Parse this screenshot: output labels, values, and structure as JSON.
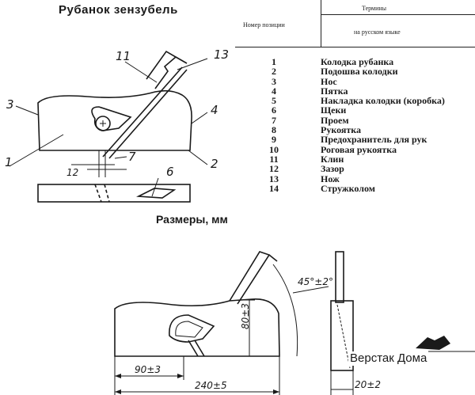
{
  "title": "Рубанок зензубель",
  "table": {
    "col_position": "Номер позиции",
    "col_terms": "Термины",
    "col_terms_sub": "на русском языке"
  },
  "legend": [
    {
      "num": "1",
      "term": "Колодка рубанка"
    },
    {
      "num": "2",
      "term": "Подошва колодки"
    },
    {
      "num": "3",
      "term": "Нос"
    },
    {
      "num": "4",
      "term": "Пятка"
    },
    {
      "num": "5",
      "term": "Накладка колодки (коробка)"
    },
    {
      "num": "6",
      "term": "Щеки"
    },
    {
      "num": "7",
      "term": "Проем"
    },
    {
      "num": "8",
      "term": "Рукоятка"
    },
    {
      "num": "9",
      "term": "Предохранитель для рук"
    },
    {
      "num": "10",
      "term": "Роговая рукоятка"
    },
    {
      "num": "11",
      "term": "Клин"
    },
    {
      "num": "12",
      "term": "Зазор"
    },
    {
      "num": "13",
      "term": "Нож"
    },
    {
      "num": "14",
      "term": "Стружколом"
    }
  ],
  "diagram_labels": {
    "l1": "1",
    "l2": "2",
    "l3": "3",
    "l4": "4",
    "l6": "6",
    "l7": "7",
    "l11": "11",
    "l12": "12",
    "l13": "13"
  },
  "sizes_heading": "Размеры, мм",
  "dimensions": {
    "angle": "45°±2°",
    "height": "80±3",
    "front": "90±3",
    "length": "240±5",
    "width": "20±2"
  },
  "logo": {
    "text": "Верстак Дома",
    "icon": "plane-icon"
  }
}
